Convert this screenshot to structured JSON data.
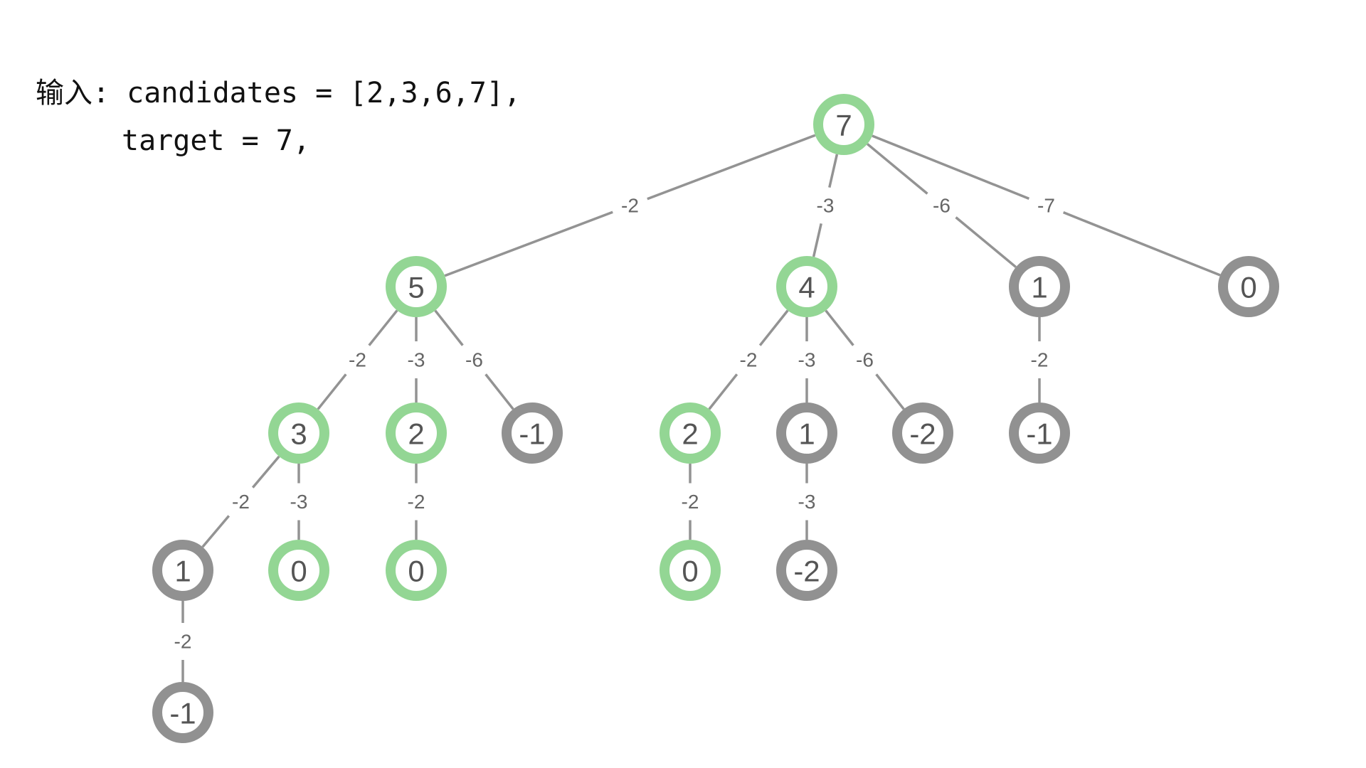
{
  "intro": {
    "line1": "输入: candidates = [2,3,6,7],",
    "line2": "target = 7,"
  },
  "colors": {
    "valid": "#93d694",
    "invalid": "#919191",
    "edge": "#939393",
    "text": "#555555"
  },
  "tree": {
    "nodes": [
      {
        "id": "n0",
        "value": "7",
        "status": "valid"
      },
      {
        "id": "n1",
        "value": "5",
        "status": "valid"
      },
      {
        "id": "n2",
        "value": "4",
        "status": "valid"
      },
      {
        "id": "n3",
        "value": "1",
        "status": "invalid"
      },
      {
        "id": "n4",
        "value": "0",
        "status": "invalid"
      },
      {
        "id": "n5",
        "value": "3",
        "status": "valid"
      },
      {
        "id": "n6",
        "value": "2",
        "status": "valid"
      },
      {
        "id": "n7",
        "value": "-1",
        "status": "invalid"
      },
      {
        "id": "n8",
        "value": "2",
        "status": "valid"
      },
      {
        "id": "n9",
        "value": "1",
        "status": "invalid"
      },
      {
        "id": "n10",
        "value": "-2",
        "status": "invalid"
      },
      {
        "id": "n11",
        "value": "-1",
        "status": "invalid"
      },
      {
        "id": "n12",
        "value": "1",
        "status": "invalid"
      },
      {
        "id": "n13",
        "value": "0",
        "status": "valid"
      },
      {
        "id": "n14",
        "value": "0",
        "status": "valid"
      },
      {
        "id": "n15",
        "value": "0",
        "status": "valid"
      },
      {
        "id": "n16",
        "value": "-2",
        "status": "invalid"
      },
      {
        "id": "n17",
        "value": "-1",
        "status": "invalid"
      }
    ],
    "edges": [
      {
        "from": "n0",
        "to": "n1",
        "label": "-2"
      },
      {
        "from": "n0",
        "to": "n2",
        "label": "-3"
      },
      {
        "from": "n0",
        "to": "n3",
        "label": "-6"
      },
      {
        "from": "n0",
        "to": "n4",
        "label": "-7"
      },
      {
        "from": "n1",
        "to": "n5",
        "label": "-2"
      },
      {
        "from": "n1",
        "to": "n6",
        "label": "-3"
      },
      {
        "from": "n1",
        "to": "n7",
        "label": "-6"
      },
      {
        "from": "n2",
        "to": "n8",
        "label": "-2"
      },
      {
        "from": "n2",
        "to": "n9",
        "label": "-3"
      },
      {
        "from": "n2",
        "to": "n10",
        "label": "-6"
      },
      {
        "from": "n3",
        "to": "n11",
        "label": "-2"
      },
      {
        "from": "n5",
        "to": "n12",
        "label": "-2"
      },
      {
        "from": "n5",
        "to": "n13",
        "label": "-3"
      },
      {
        "from": "n6",
        "to": "n14",
        "label": "-2"
      },
      {
        "from": "n8",
        "to": "n15",
        "label": "-2"
      },
      {
        "from": "n9",
        "to": "n16",
        "label": "-3"
      },
      {
        "from": "n12",
        "to": "n17",
        "label": "-2"
      }
    ]
  }
}
